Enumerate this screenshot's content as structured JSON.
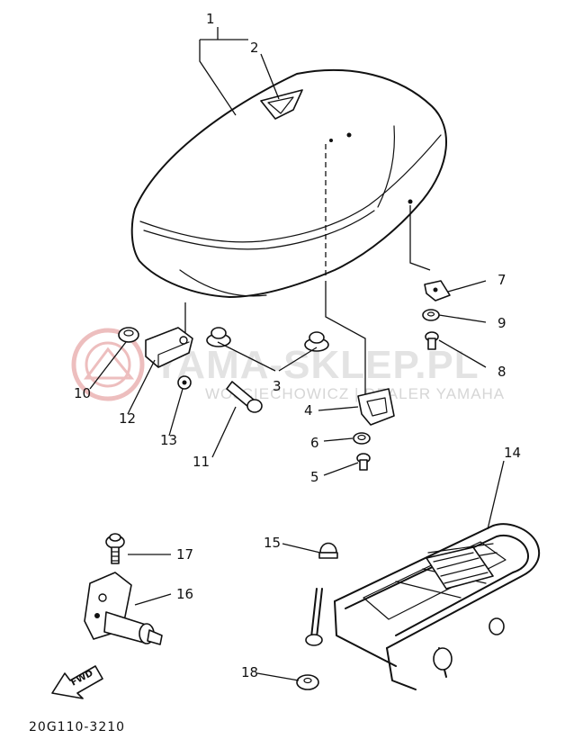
{
  "watermark": {
    "brand": "YAMA-SKLEP.PL",
    "dealer": "WOJCIECHOWICZ | DEALER YAMAHA",
    "logo_color": "#e08a8a"
  },
  "callouts": [
    "1",
    "2",
    "3",
    "4",
    "5",
    "6",
    "7",
    "8",
    "9",
    "10",
    "11",
    "12",
    "13",
    "14",
    "15",
    "16",
    "17",
    "18"
  ],
  "fwd_label": "FWD",
  "diagram_code": "20G110-3210"
}
